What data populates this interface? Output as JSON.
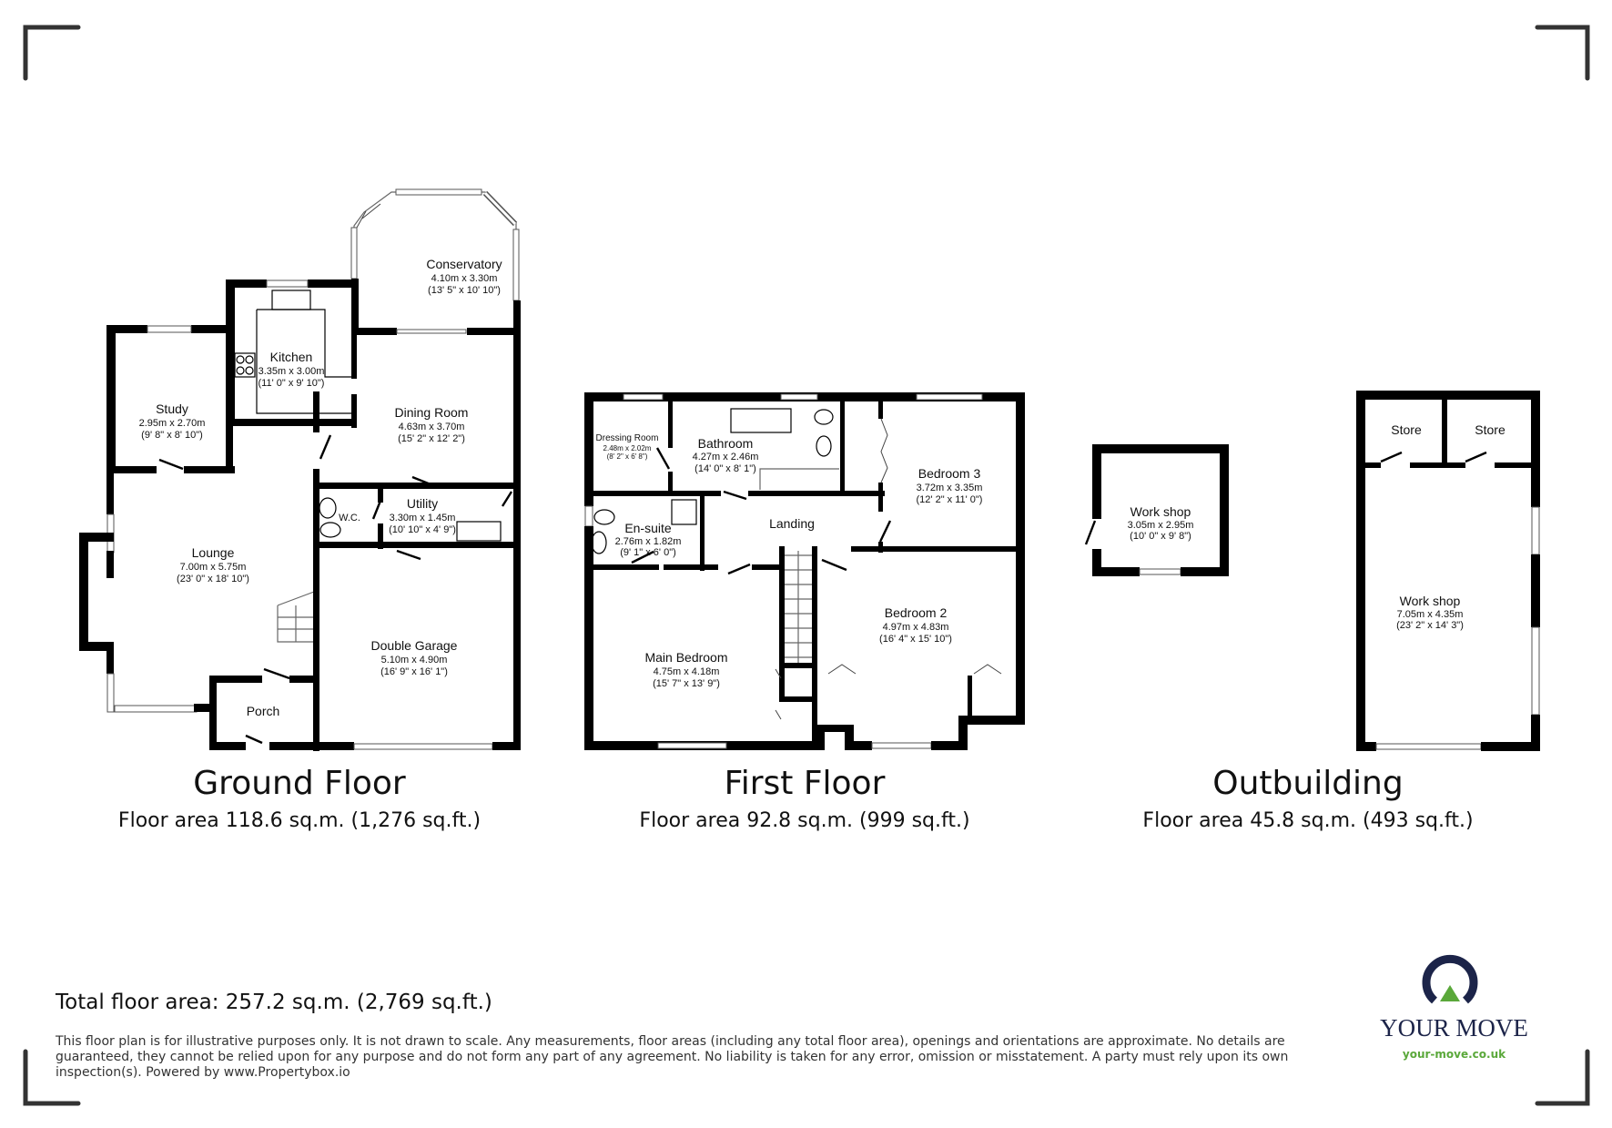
{
  "floors": [
    {
      "title": "Ground Floor",
      "area": "Floor area 118.6 sq.m. (1,276 sq.ft.)",
      "rooms": [
        {
          "name": "Conservatory",
          "metric": "4.10m x 3.30m",
          "imperial": "(13' 5\" x 10' 10\")"
        },
        {
          "name": "Kitchen",
          "metric": "3.35m x 3.00m",
          "imperial": "(11' 0\" x 9' 10\")"
        },
        {
          "name": "Study",
          "metric": "2.95m x 2.70m",
          "imperial": "(9' 8\" x 8' 10\")"
        },
        {
          "name": "Dining Room",
          "metric": "4.63m x 3.70m",
          "imperial": "(15' 2\" x 12' 2\")"
        },
        {
          "name": "W.C.",
          "metric": "",
          "imperial": ""
        },
        {
          "name": "Utility",
          "metric": "3.30m x 1.45m",
          "imperial": "(10' 10\" x 4' 9\")"
        },
        {
          "name": "Lounge",
          "metric": "7.00m x 5.75m",
          "imperial": "(23' 0\" x 18' 10\")"
        },
        {
          "name": "Double Garage",
          "metric": "5.10m x 4.90m",
          "imperial": "(16' 9\" x 16' 1\")"
        },
        {
          "name": "Porch",
          "metric": "",
          "imperial": ""
        }
      ]
    },
    {
      "title": "First Floor",
      "area": "Floor area 92.8 sq.m. (999 sq.ft.)",
      "rooms": [
        {
          "name": "Dressing Room",
          "metric": "2.48m x 2.02m",
          "imperial": "(8' 2\" x 6' 8\")"
        },
        {
          "name": "Bathroom",
          "metric": "4.27m x 2.46m",
          "imperial": "(14' 0\" x 8' 1\")"
        },
        {
          "name": "Bedroom 3",
          "metric": "3.72m x 3.35m",
          "imperial": "(12' 2\" x 11' 0\")"
        },
        {
          "name": "En-suite",
          "metric": "2.76m x 1.82m",
          "imperial": "(9' 1\" x 6' 0\")"
        },
        {
          "name": "Landing",
          "metric": "",
          "imperial": ""
        },
        {
          "name": "Bedroom 2",
          "metric": "4.97m x 4.83m",
          "imperial": "(16' 4\" x 15' 10\")"
        },
        {
          "name": "Main Bedroom",
          "metric": "4.75m x 4.18m",
          "imperial": "(15' 7\" x 13' 9\")"
        }
      ]
    },
    {
      "title": "Outbuilding",
      "area": "Floor area 45.8 sq.m. (493 sq.ft.)",
      "rooms": [
        {
          "name": "Work shop",
          "metric": "3.05m x 2.95m",
          "imperial": "(10' 0\" x 9' 8\")"
        },
        {
          "name": "Store",
          "metric": "",
          "imperial": ""
        },
        {
          "name": "Store",
          "metric": "",
          "imperial": ""
        },
        {
          "name": "Work shop",
          "metric": "7.05m x 4.35m",
          "imperial": "(23' 2\" x 14' 3\")"
        }
      ]
    }
  ],
  "total_area": "Total floor area: 257.2 sq.m. (2,769 sq.ft.)",
  "disclaimer": "This floor plan is for illustrative purposes only. It is not drawn to scale. Any measurements, floor areas (including any total floor area), openings and orientations are approximate. No details are guaranteed, they cannot be relied upon for any purpose and do not form any part of any agreement. No liability is taken for any error, omission or misstatement. A party must rely upon its own inspection(s). Powered by www.Propertybox.io",
  "logo": {
    "brand": "YOUR MOVE",
    "url": "your-move.co.uk",
    "ring_color": "#1c2449",
    "accent_color": "#5aa83a"
  }
}
